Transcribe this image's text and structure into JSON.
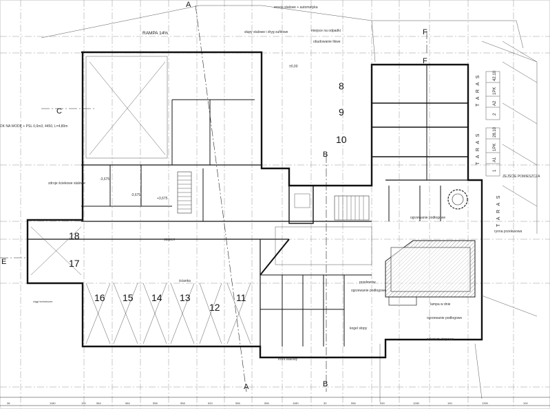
{
  "labels": {
    "rampa": "RAMPA 14%",
    "erozja": "erozja stalowe + automatyka",
    "miejsce_odpadki": "miejsce na odpadki",
    "obudowa_likwe": "obudowanie likwe",
    "slup": "słupy stalowe i dryg sufitowe",
    "taras1": "T A R A S",
    "taras2": "T A R A S",
    "taras3": "T A R A S",
    "zejscie": "ZEJŚCIE POMIESZCZA",
    "ogrzewanie1": "ogrzewanie podłogowe",
    "ogrzewanie2": "ogrzewanie podłogowe",
    "ogrzewanie3": "ogrzewanie podłogowe",
    "rynna": "rynna przelewowa",
    "solarium": "solarium etapowe",
    "kogel": "kogel stopy",
    "lampa": "lampa w dnie",
    "front_stal": "front stalowy",
    "nie_na_wode": "DK NA WODĘ + PSL 0,0m3, 4450, L=4,80m",
    "zdroje": "zdroje ściekowe stalowe",
    "ciagi": "ciągi techniczne",
    "przelew": "przelewów",
    "scianka": "ścianka",
    "stopien": "stopień"
  },
  "axis_labels": [
    "A",
    "A",
    "B",
    "B",
    "C",
    "E",
    "F",
    "F"
  ],
  "parking": [
    "18",
    "17",
    "16",
    "15",
    "14",
    "13",
    "12",
    "11",
    "8",
    "9",
    "10"
  ],
  "room_tags": [
    "1",
    "A1",
    "1PK",
    "28.10",
    "2",
    "A2",
    "1PK",
    "42.10"
  ],
  "dims_bottom": [
    "38",
    "1180",
    "100",
    "584",
    "584",
    "558",
    "558",
    "520",
    "556",
    "556",
    "1180",
    "30",
    "556",
    "530",
    "1280",
    "100",
    "1390",
    "100"
  ],
  "heights": [
    "-3,675",
    "+3,675",
    "-3,675",
    "±0,00"
  ]
}
